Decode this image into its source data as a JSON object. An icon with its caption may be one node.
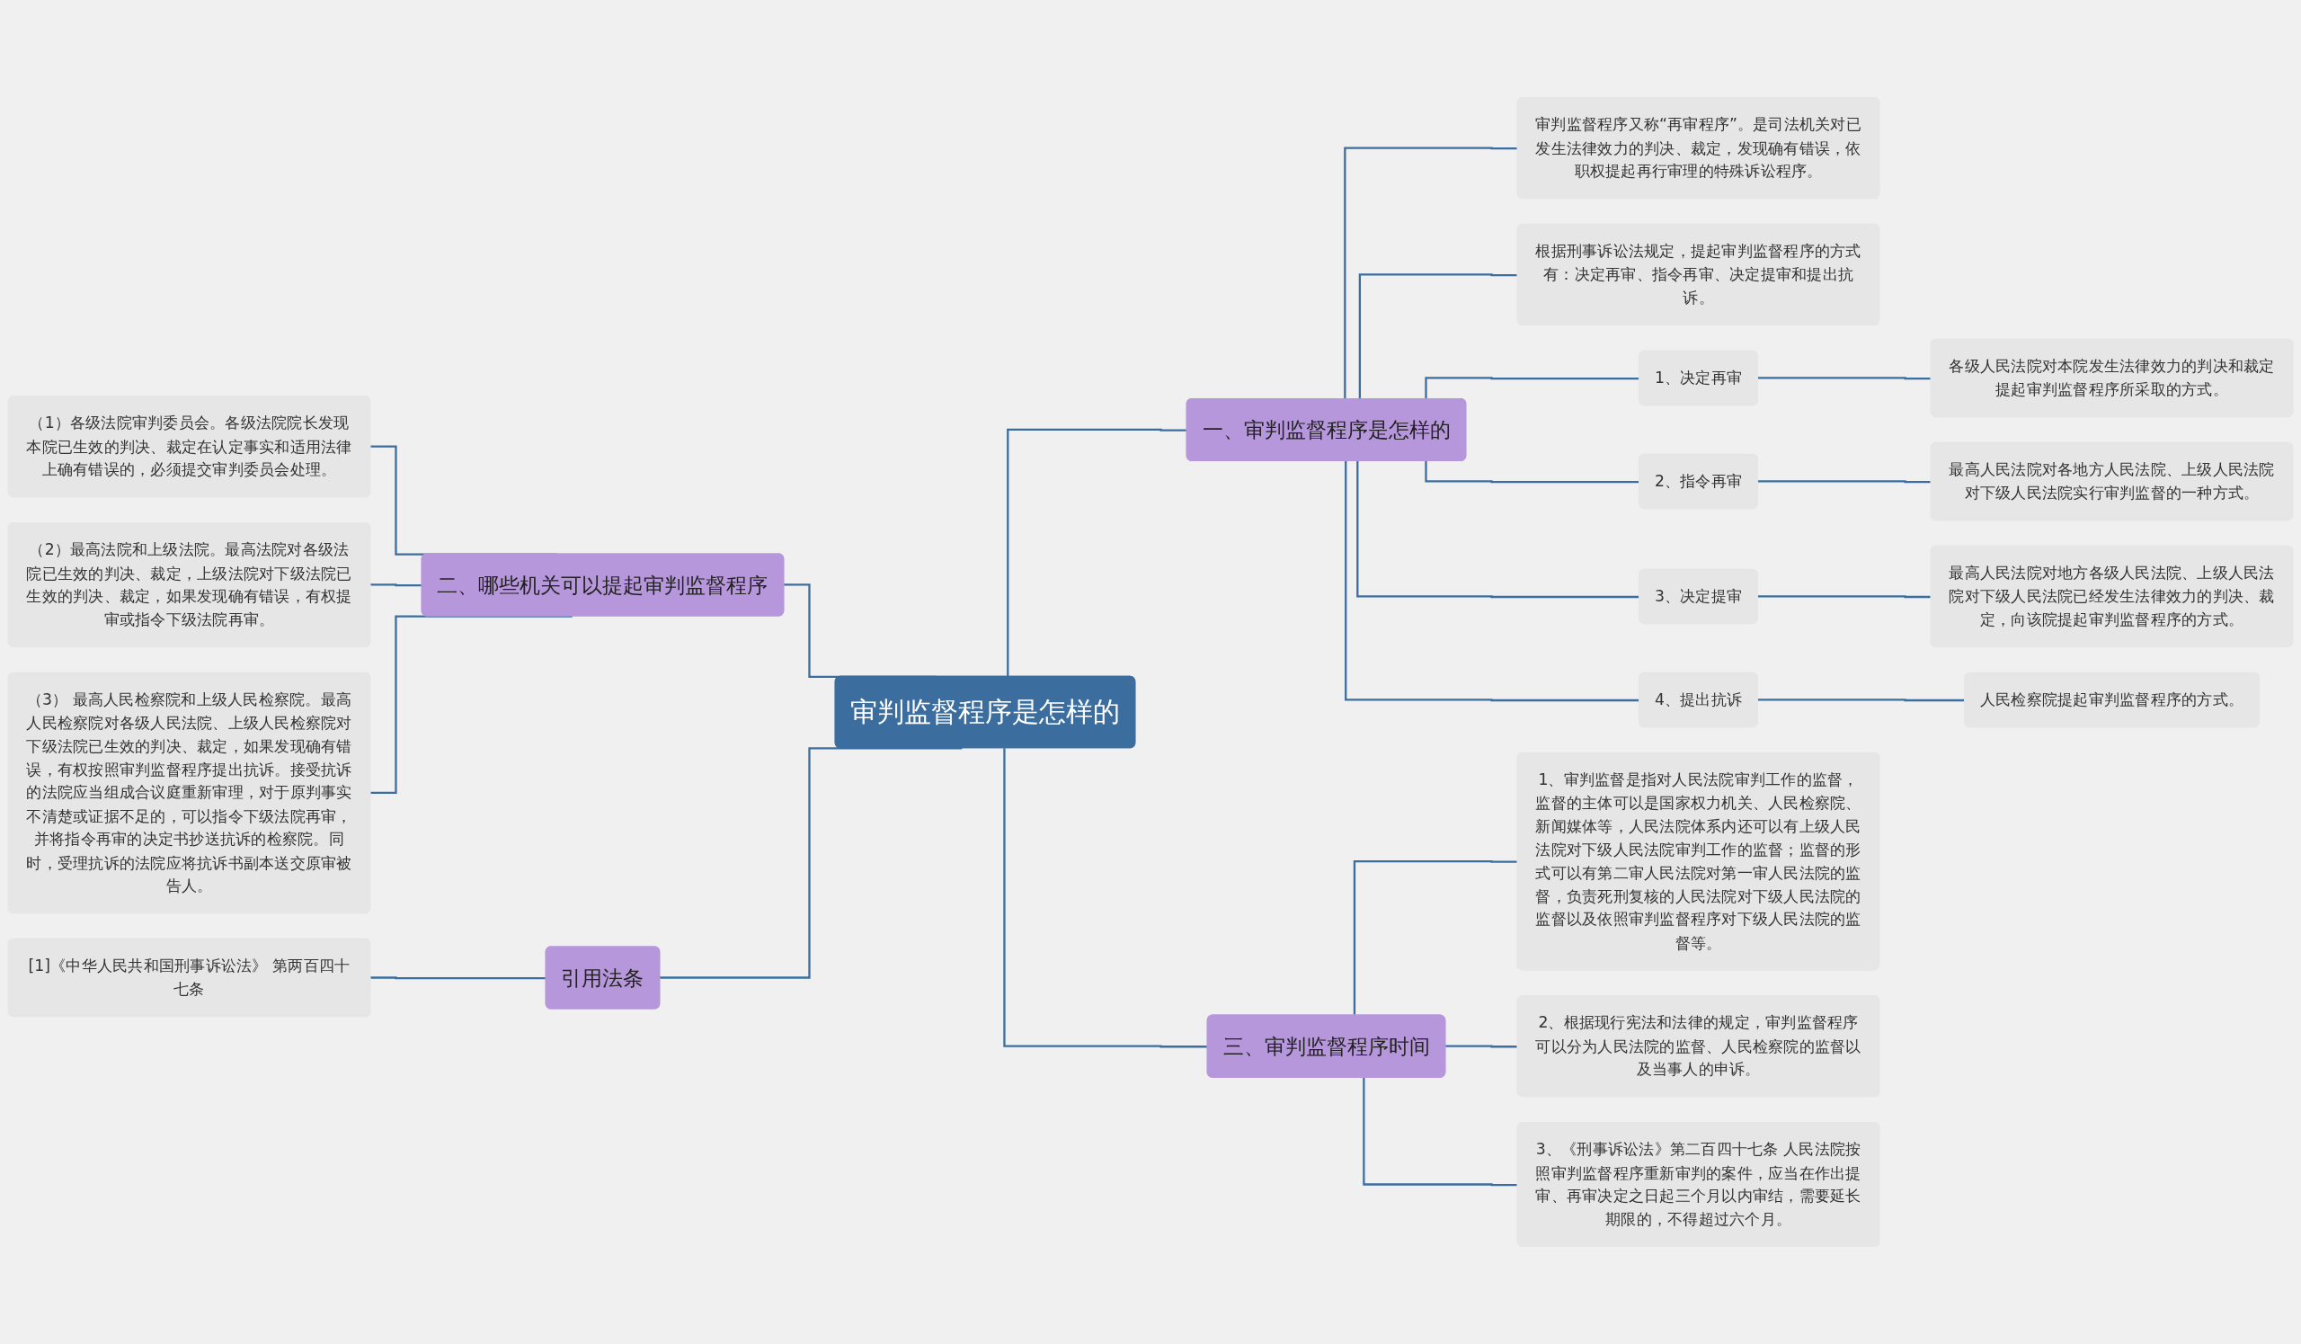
{
  "diagram": {
    "nodes": [
      {
        "text": [
          "审判监督程序是怎样的"
        ]
      },
      {
        "text": [
          "一、审判监督程序是怎样的"
        ]
      },
      {
        "text": [
          "审判监督程序又称“再审程序”。是司法机关对已发生法律效力的判决、裁定，发现确有错误，依职权提起再行审理的特殊诉讼程序。"
        ]
      },
      {
        "text": [
          "根据刑事诉讼法规定，提起审判监督程序的方式有：决定再审、指令再审、决定提审和提出抗诉。"
        ]
      },
      {
        "text": [
          "1、决定再审"
        ]
      },
      {
        "text": [
          "各级人民法院对本院发生法律效力的判决和裁定提起审判监督程序所采取的方式。"
        ]
      },
      {
        "text": [
          "2、指令再审"
        ]
      },
      {
        "text": [
          "最高人民法院对各地方人民法院、上级人民法院对下级人民法院实行审判监督的一种方式。"
        ]
      },
      {
        "text": [
          "3、决定提审"
        ]
      },
      {
        "text": [
          "最高人民法院对地方各级人民法院、上级人民法院对下级人民法院已经发生法律效力的判决、裁定，向该院提起审判监督程序的方式。"
        ]
      },
      {
        "text": [
          "4、提出抗诉"
        ]
      },
      {
        "text": [
          "人民检察院提起审判监督程序的方式。"
        ]
      },
      {
        "text": [
          "三、审判监督程序时间"
        ]
      },
      {
        "text": [
          "1、审判监督是指对人民法院审判工作的监督，监督的主体可以是国家权力机关、人民检察院、新闻媒体等，人民法院体系内还可以有上级人民法院对下级人民法院审判工作的监督；监督的形式可以有第二审人民法院对第一审人民法院的监督，负责死刑复核的人民法院对下级人民法院的监督以及依照审判监督程序对下级人民法院的监督等。"
        ]
      },
      {
        "text": [
          "2、根据现行宪法和法律的规定，审判监督程序可以分为人民法院的监督、人民检察院的监督以及当事人的申诉。"
        ]
      },
      {
        "text": [
          "3、《刑事诉讼法》第二百四十七条 人民法院按照审判监督程序重新审判的案件，应当在作出提审、再审决定之日起三个月以内审结，需要延长期限的，不得超过六个月。"
        ]
      },
      {
        "text": [
          "二、哪些机关可以提起审判监督程序"
        ]
      },
      {
        "text": [
          "（1）各级法院审判委员会。各级法院院长发现本院已生效的判决、裁定在认定事实和适用法律上确有错误的，必须提交审判委员会处理。"
        ]
      },
      {
        "text": [
          "（2）最高法院和上级法院。最高法院对各级法院已生效的判决、裁定，上级法院对下级法院已生效的判决、裁定，如果发现确有错误，有权提审或指令下级法院再审。"
        ]
      },
      {
        "text": [
          "（3） 最高人民检察院和上级人民检察院。最高人民检察院对各级人民法院、上级人民检察院对下级法院已生效的判决、裁定，如果发现确有错误，有权按照审判监督程序提出抗诉。接受抗诉的法院应当组成合议庭重新审理，对于原判事实不清楚或证据不足的，可以指令下级法院再审，并将指令再审的决定书抄送抗诉的检察院。同时，受理抗诉的法院应将抗诉书副本送交原审被告人。"
        ]
      },
      {
        "text": [
          "引用法条"
        ]
      },
      {
        "text": [
          "[1]《中华人民共和国刑事诉讼法》 第两百四十七条"
        ]
      }
    ],
    "edges": [
      {
        "from": 0,
        "to": 1,
        "arrow": "none"
      },
      {
        "from": 1,
        "to": 2,
        "arrow": "none"
      },
      {
        "from": 1,
        "to": 3,
        "arrow": "none"
      },
      {
        "from": 1,
        "to": 4,
        "arrow": "none"
      },
      {
        "from": 4,
        "to": 5,
        "arrow": "none"
      },
      {
        "from": 1,
        "to": 6,
        "arrow": "none"
      },
      {
        "from": 6,
        "to": 7,
        "arrow": "none"
      },
      {
        "from": 1,
        "to": 8,
        "arrow": "none"
      },
      {
        "from": 8,
        "to": 9,
        "arrow": "none"
      },
      {
        "from": 1,
        "to": 10,
        "arrow": "none"
      },
      {
        "from": 10,
        "to": 11,
        "arrow": "none"
      },
      {
        "from": 0,
        "to": 12,
        "arrow": "none"
      },
      {
        "from": 12,
        "to": 13,
        "arrow": "none"
      },
      {
        "from": 12,
        "to": 14,
        "arrow": "none"
      },
      {
        "from": 12,
        "to": 15,
        "arrow": "none"
      },
      {
        "from": 16,
        "to": 0,
        "arrow": "none"
      },
      {
        "from": 17,
        "to": 16,
        "arrow": "none"
      },
      {
        "from": 18,
        "to": 16,
        "arrow": "none"
      },
      {
        "from": 19,
        "to": 16,
        "arrow": "none"
      },
      {
        "from": 20,
        "to": 0,
        "arrow": "none"
      },
      {
        "from": 21,
        "to": 20,
        "arrow": "none"
      }
    ]
  }
}
